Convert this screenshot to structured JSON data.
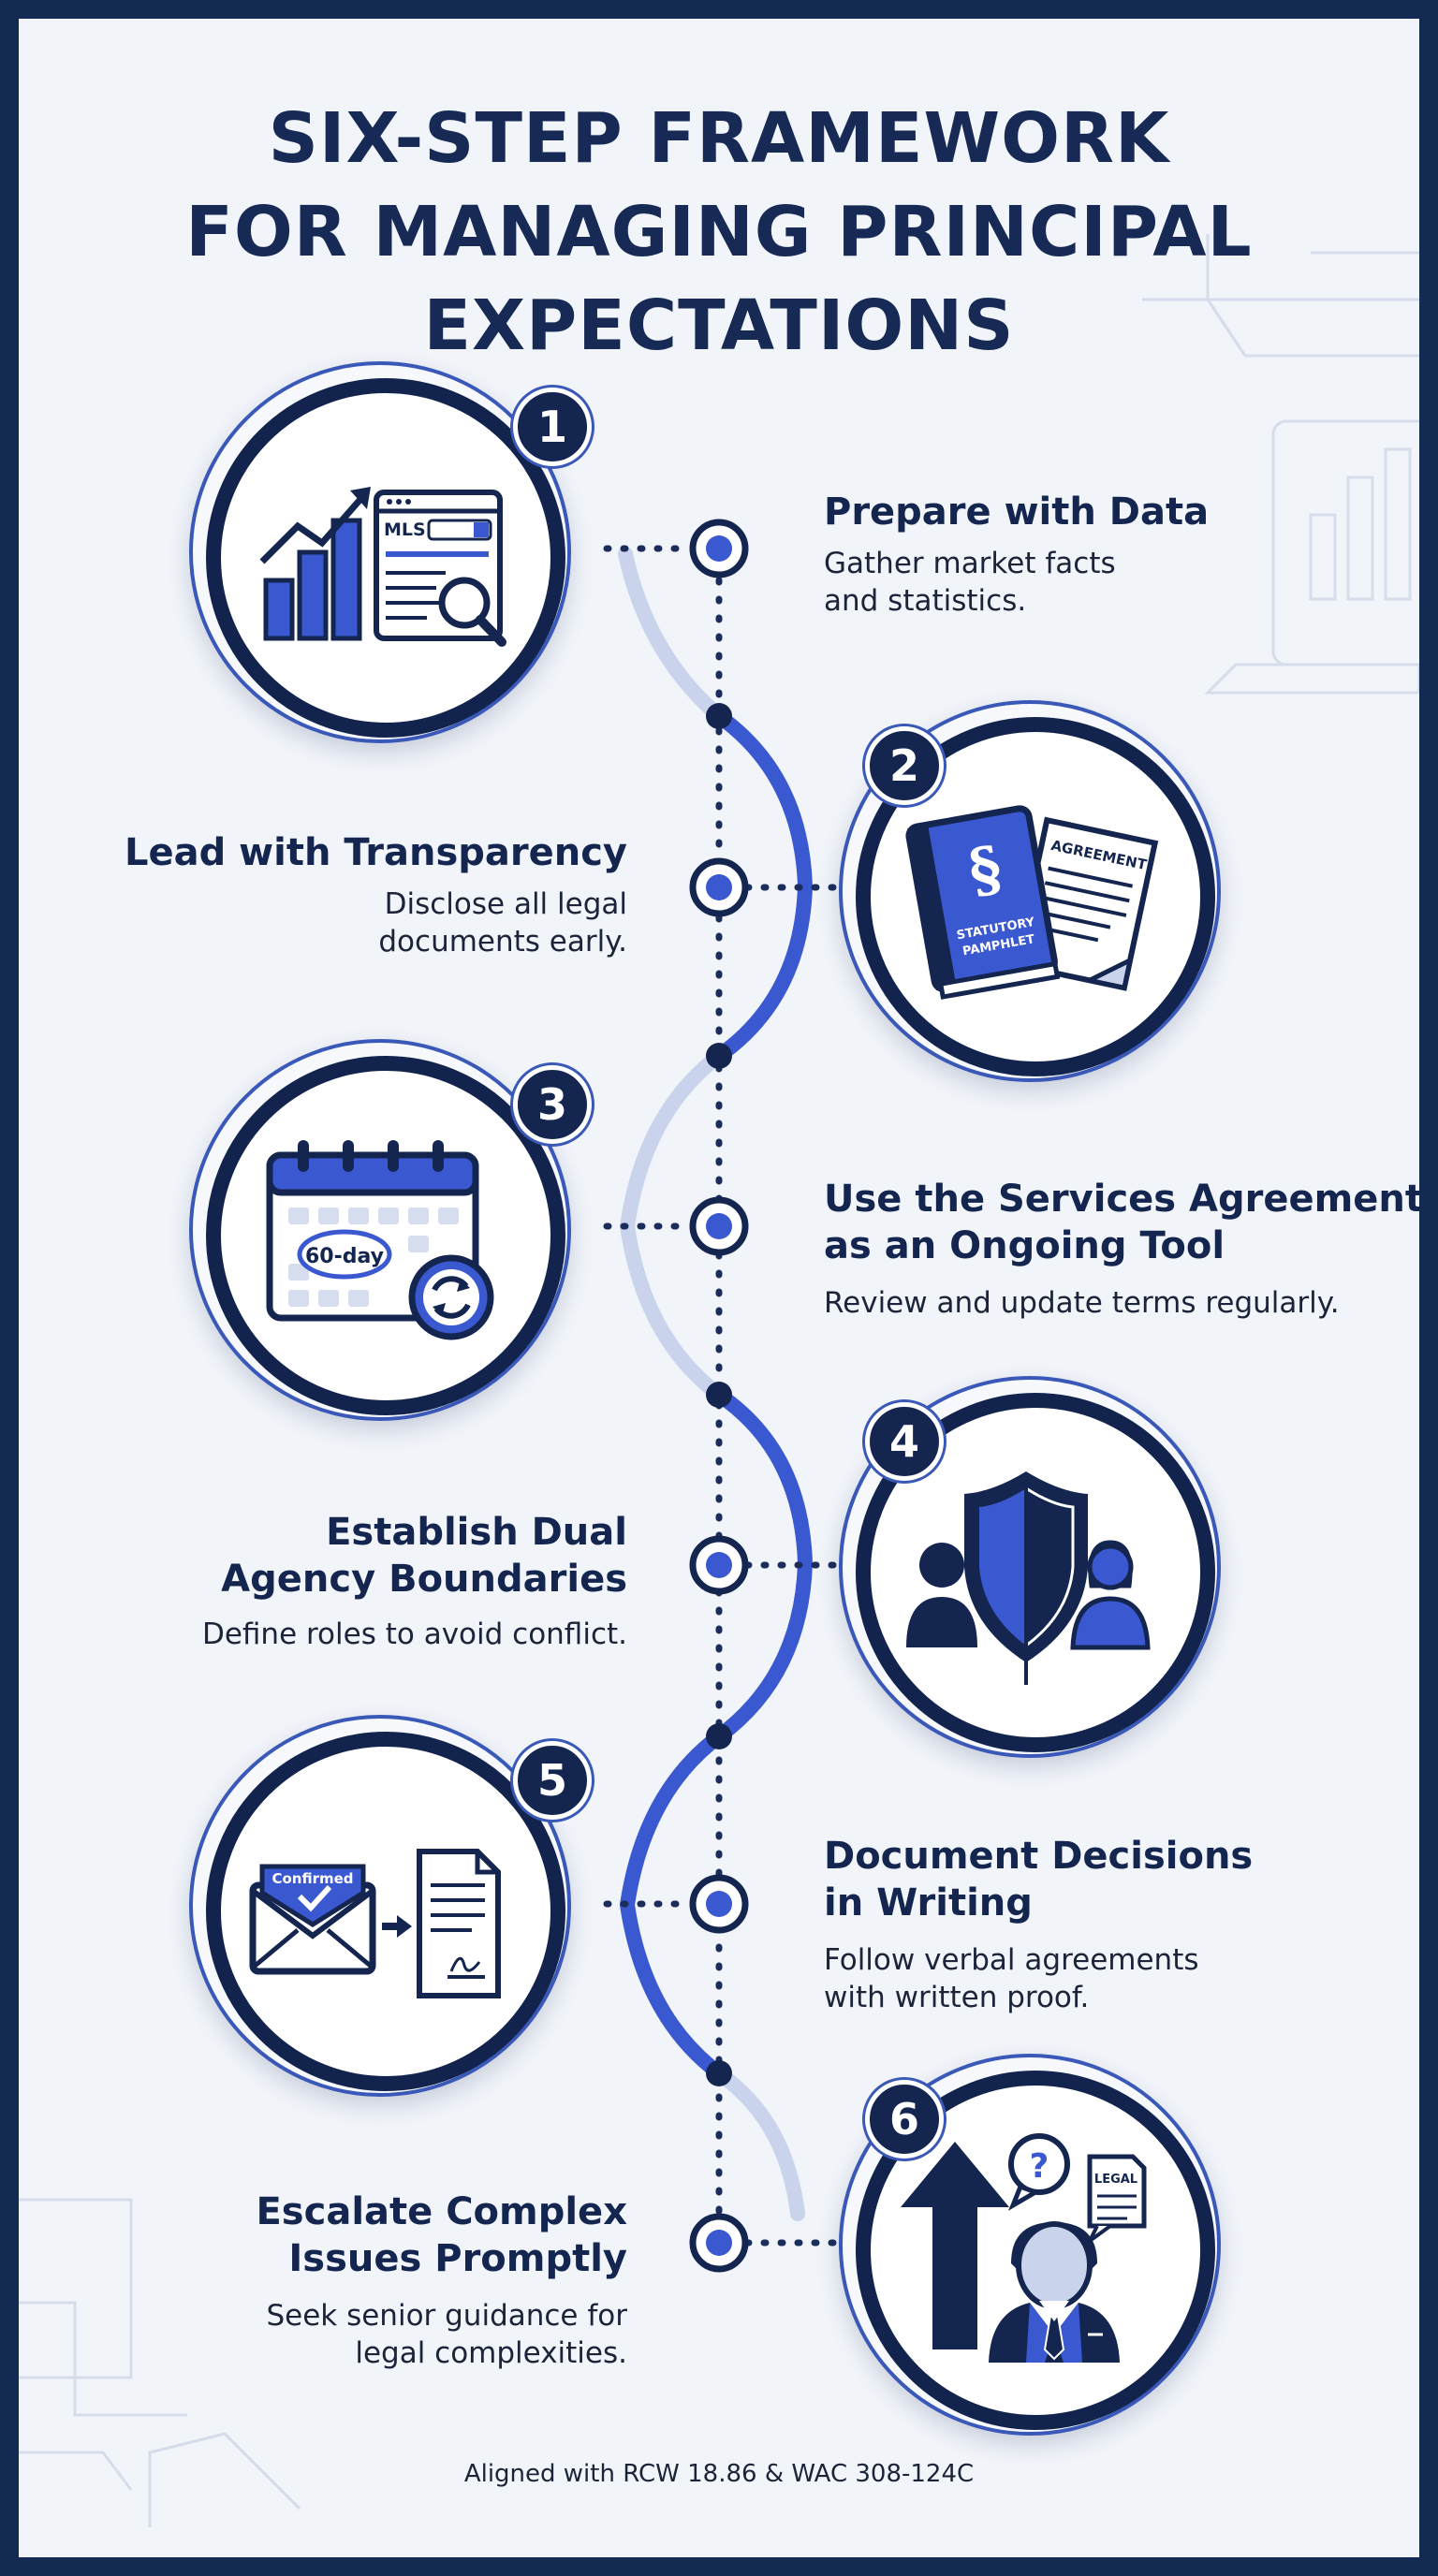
{
  "title": {
    "line1": "SIX-STEP FRAMEWORK",
    "line2": "FOR MANAGING PRINCIPAL",
    "line3": "EXPECTATIONS"
  },
  "steps": [
    {
      "number": "1",
      "heading_lines": [
        "Prepare with Data"
      ],
      "desc_lines": [
        "Gather market facts",
        "and statistics."
      ],
      "icon_labels": {
        "mls": "MLS"
      },
      "icon": "bar-chart-and-mls-search-icon"
    },
    {
      "number": "2",
      "heading_lines": [
        "Lead with Transparency"
      ],
      "desc_lines": [
        "Disclose all legal",
        "documents early."
      ],
      "icon_labels": {
        "section": "§",
        "book_line1": "STATUTORY",
        "book_line2": "PAMPHLET",
        "agreement": "AGREEMENT"
      },
      "icon": "statutory-pamphlet-and-agreement-icon"
    },
    {
      "number": "3",
      "heading_lines": [
        "Use the Services Agreement",
        "as an Ongoing Tool"
      ],
      "desc_lines": [
        "Review and update terms regularly."
      ],
      "icon_labels": {
        "days": "60-day"
      },
      "icon": "calendar-refresh-icon"
    },
    {
      "number": "4",
      "heading_lines": [
        "Establish Dual",
        "Agency Boundaries"
      ],
      "desc_lines": [
        "Define roles to avoid conflict."
      ],
      "icon": "shield-two-people-icon"
    },
    {
      "number": "5",
      "heading_lines": [
        "Document Decisions",
        "in Writing"
      ],
      "desc_lines": [
        "Follow verbal agreements",
        "with written proof."
      ],
      "icon_labels": {
        "confirmed": "Confirmed"
      },
      "icon": "confirmed-email-document-icon"
    },
    {
      "number": "6",
      "heading_lines": [
        "Escalate Complex",
        "Issues Promptly"
      ],
      "desc_lines": [
        "Seek senior guidance for",
        "legal complexities."
      ],
      "icon_labels": {
        "question": "?",
        "legal": "LEGAL"
      },
      "icon": "escalation-arrow-advisor-icon"
    }
  ],
  "footer": "Aligned with RCW 18.86 & WAC 308-124C",
  "colors": {
    "navy": "#14264f",
    "accent_blue": "#3a58d0",
    "light_blue": "#c9d3ec",
    "background": "#f1f4f9",
    "border": "#132a52"
  }
}
